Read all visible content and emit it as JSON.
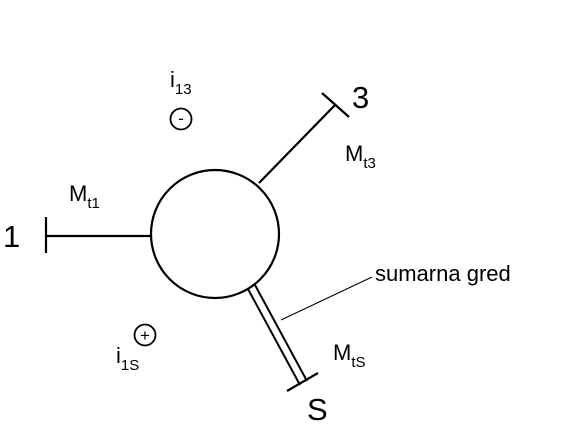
{
  "diagram": {
    "node_labels": {
      "one": "1",
      "three": "3",
      "s": "S"
    },
    "moments": {
      "t1": {
        "base": "M",
        "sub": "t1"
      },
      "t3": {
        "base": "M",
        "sub": "t3"
      },
      "ts": {
        "base": "M",
        "sub": "tS"
      }
    },
    "coefficients": {
      "i13": {
        "base": "i",
        "sub": "13",
        "sign": "-"
      },
      "i1s": {
        "base": "i",
        "sub": "1S",
        "sign": "+"
      }
    },
    "annotation": "sumarna gred",
    "colors": {
      "line": "#000000",
      "background": "#ffffff"
    }
  }
}
